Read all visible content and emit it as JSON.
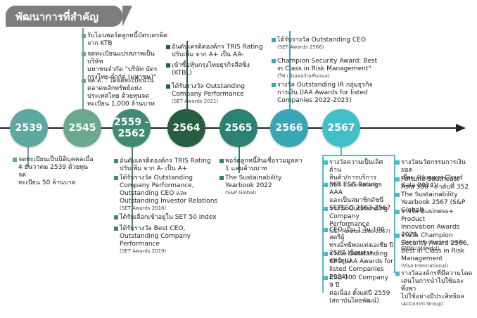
{
  "title": "พัฒนาการที่สำคัญ",
  "nodes": [
    {
      "label": "2539",
      "color": "#5fa8a2"
    },
    {
      "label": "2545",
      "color": "#6aa98f"
    },
    {
      "label": "2559 -\n2562",
      "color": "#3f8a72"
    },
    {
      "label": "2564",
      "color": "#275e40"
    },
    {
      "label": "2565",
      "color": "#2b8272"
    },
    {
      "label": "2566",
      "color": "#3aa6b4"
    },
    {
      "label": "2567",
      "color": "#43bfc7"
    }
  ],
  "groups": {
    "g2539_below": [
      {
        "text": "จดทะเบียนเป็นนิติบุคคลเมื่อ\n4 ธันวาคม 2539 ด้วยทุนจด\nทะเบียน 50 ล้านบาท",
        "sub": ""
      }
    ],
    "g2545_above": [
      {
        "text": "รับโอนพอร์ตลูกหนี้บัตรเครดิต\nจาก KTB",
        "sub": ""
      },
      {
        "text": "จดทะเบียนแปรสภาพเป็นบริษัท\nมหาชนจำกัด \"บริษัท บัตร\nกรุงไทย จำกัด (มหาชน)\"",
        "sub": ""
      },
      {
        "text": "จด.ต. : ได้จดทะเบียนใน\nตลาดหลักทรัพย์แห่ง\nประเทศไทย ด้วยทุนจด\nทะเบียน 1,000 ล้านบาท",
        "sub": ""
      }
    ],
    "g2559_below": [
      {
        "text": "อันดับเครดิตองค์กร TRIS Rating\nปรับเพิ่ม จาก A- เป็น A+",
        "sub": ""
      },
      {
        "text": "ได้รับรางวัล Outstanding\nCompany Performance,\nOutstanding CEO และ\nOutstanding Investor Relations",
        "sub": "(SET Awards 2016)"
      },
      {
        "text": "ได้รับเลือกเข้าอยู่ใน SET 50 Index",
        "sub": ""
      },
      {
        "text": "ได้รับรางวัล Best CEO,\nOutstanding Company\nPerformance",
        "sub": "(SET Awards 2019)"
      }
    ],
    "g2564_above": [
      {
        "text": "อันดับเครดิตองค์กร TRIS Rating\nปรับเพิ่ม จาก A+ เป็น AA-",
        "sub": ""
      },
      {
        "text": "เข้าซื้อหุ้นกรุงไทยธุรกิจลีสซิ่ง\n(KTBL)",
        "sub": ""
      },
      {
        "text": "ได้รับรางวัล Outstanding\nCompany Performance",
        "sub": "(SET Awards 2021)"
      }
    ],
    "g2565_below": [
      {
        "text": "พอร์ตลูกหนี้สินเชื่อรวมมูลค่า\n1 แสนล้านบาท",
        "sub": ""
      },
      {
        "text": "The Sustainability\nYearbook 2022",
        "sub": "(S&P Global)"
      }
    ],
    "g2566_above": [
      {
        "text": "ได้รับรางวัล Outstanding CEO",
        "sub": "(SET Awards 2566)"
      },
      {
        "text": "Champion Security Award: Best\nin Class in Risk Management\"",
        "sub": "(วีซ่า อินเตอร์เนชั่นแนล)"
      },
      {
        "text": "รางวัล Outstanding IR กลุ่มธุรกิจ\nการเงิน (IAA Awards for listed\nCompanies 2022-2023)",
        "sub": ""
      }
    ],
    "g2567_col1": [
      {
        "text": "รางวัลความเป็นเลิศด้าน\nสินค้า/การบริการ",
        "sub": "(TMA ร่วมกับ ศศินทร์)"
      },
      {
        "text": "SET ESG Ratings AAA\nและเป็นสมาชิกดัชนี\nSETESG 2563-2567",
        "sub": ""
      },
      {
        "text": "รางวัล Outstanding\nCompany Performance",
        "sub": "(SET Awards 2566-2567)"
      },
      {
        "text": "CEO เป็น 1 ใน 100 สตรีผู้\nทรงอิทธิพลแห่งเอเชีย ปี\n2567 (นิตยสารฟอร์จูน)",
        "sub": ""
      },
      {
        "text": "รางวัล Outstanding\nCFO (IAA Awards for\nlisted Companies 2024)",
        "sub": ""
      },
      {
        "text": "ESG 100 Company 9 ปี\nต่อเนื่อง ตั้งแต่ปี 2559\n(สถาบันไทยพัฒน์)",
        "sub": ""
      }
    ],
    "g2567_col2": [
      {
        "text": "รางวัลนวัตกรรมการเงินยอด\nเยี่ยม (Huawei Cloud Gala 2024)",
        "sub": ""
      },
      {
        "text": "Fortune Southeast\nAsia 500 - ลำดับที่ 352",
        "sub": ""
      },
      {
        "text": "The Sustainability\nYearbook 2567 (S&P Global)",
        "sub": ""
      },
      {
        "text": "รางวัล Business+ Product\nInnovation Awards 2024",
        "sub": "(นิตยสาร Business+ ร่วมกับ CMMU Mahidol)"
      },
      {
        "text": "รางวัล Champion\nSecurity Award 2566,\nBest in Class in Risk\nManagement",
        "sub": "(Visa International)"
      },
      {
        "text": "รางวัลองค์กรที่มีความโดด\nเด่นในการนำไปใช้และพึ่งพา\nไปใช้อย่างมีประสิทธิผล",
        "sub": "(AcComm Group)"
      }
    ]
  }
}
